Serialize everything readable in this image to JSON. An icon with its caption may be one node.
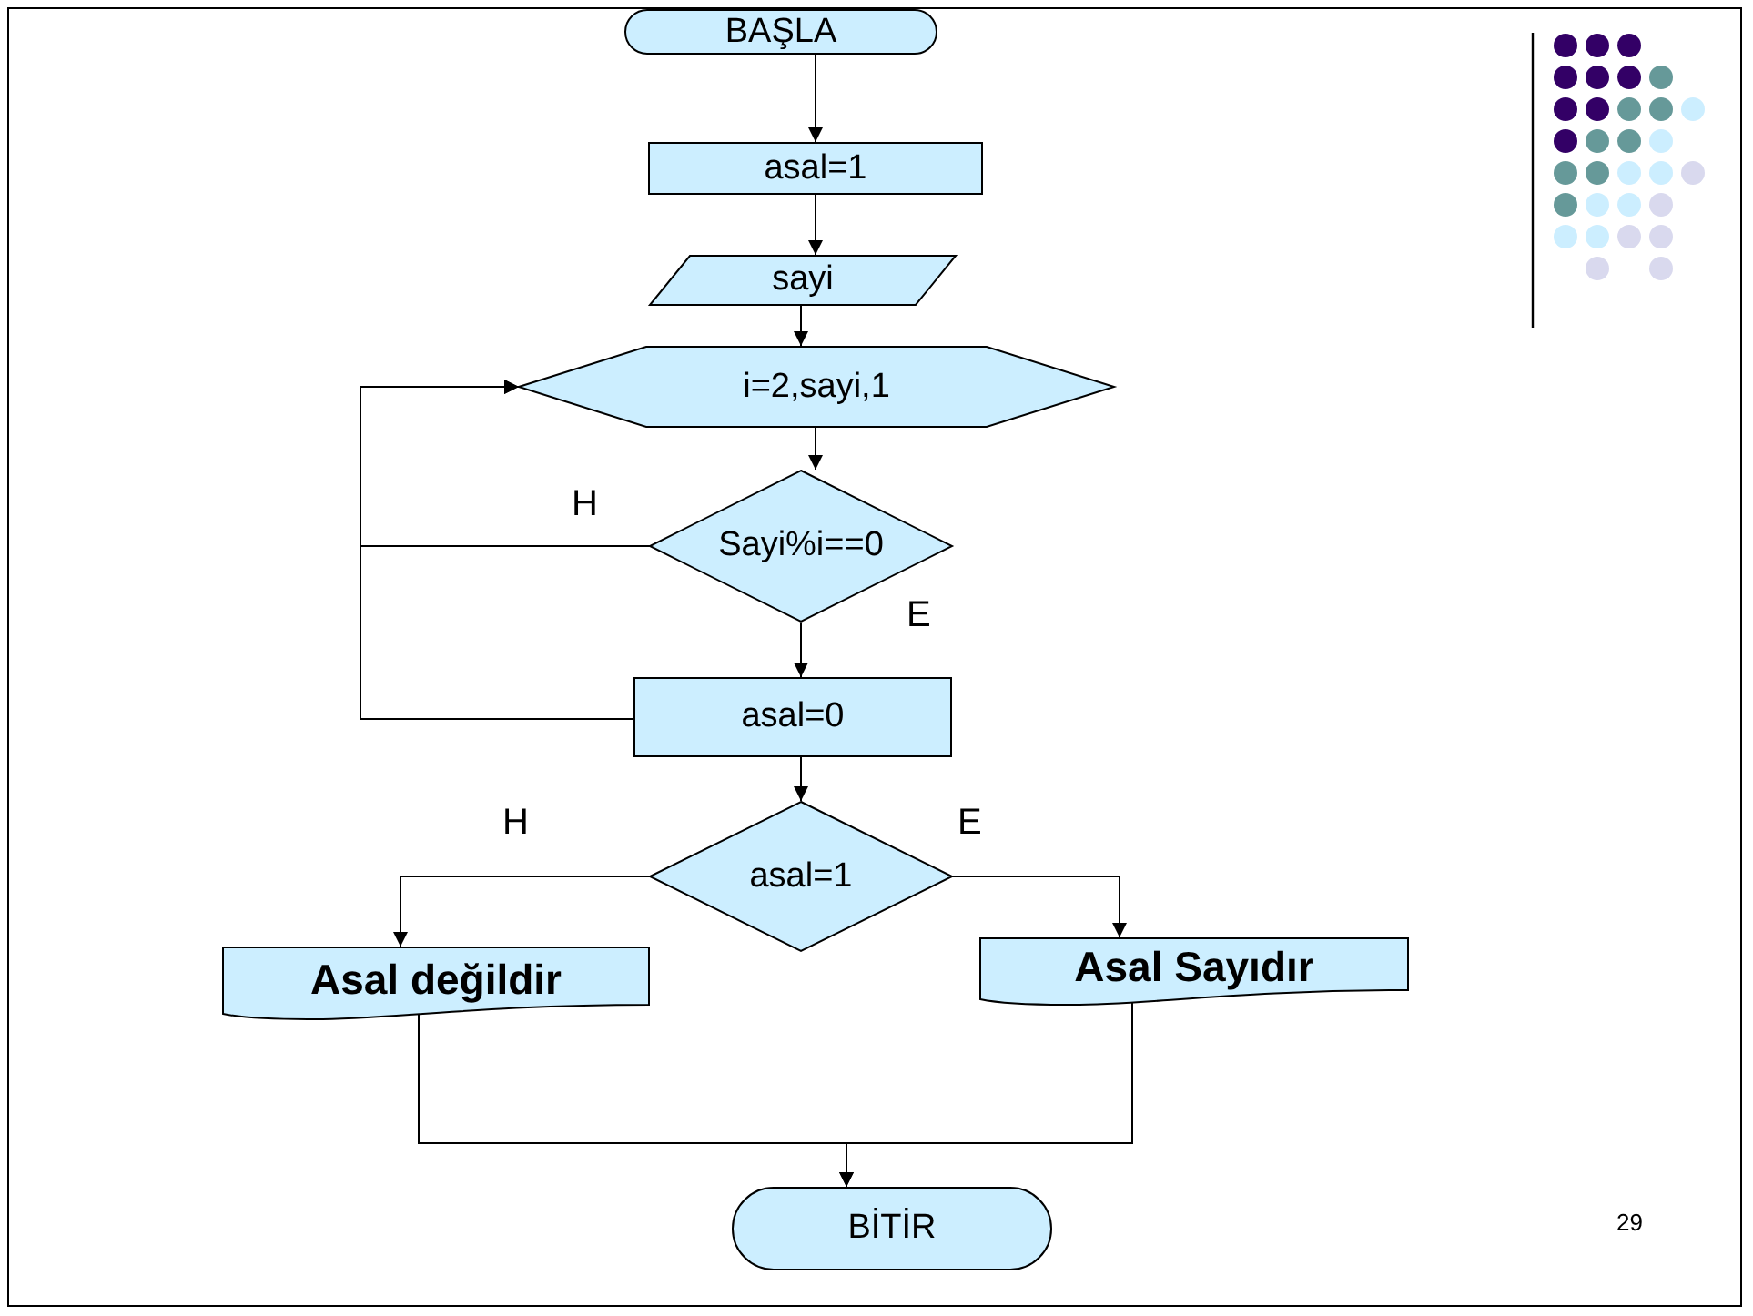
{
  "diagram": {
    "nodes": [
      {
        "text": [
          "BAŞLA"
        ]
      },
      {
        "text": [
          "asal=1"
        ]
      },
      {
        "text": [
          "sayi"
        ]
      },
      {
        "text": [
          "i=2,sayi,1"
        ]
      },
      {
        "text": [
          "Sayi%i==0"
        ]
      },
      {
        "text": [
          "asal=0"
        ]
      },
      {
        "text": [
          "asal=1"
        ]
      },
      {
        "text": [
          "Asal değildir"
        ]
      },
      {
        "text": [
          "Asal Sayıdır"
        ]
      },
      {
        "text": [
          "BİTİR"
        ]
      }
    ],
    "edges": [
      {
        "from": 0,
        "to": 1,
        "arrow": "to"
      },
      {
        "from": 1,
        "to": 2,
        "arrow": "to"
      },
      {
        "from": 2,
        "to": 3,
        "arrow": "to"
      },
      {
        "from": 3,
        "to": 4,
        "arrow": "to"
      },
      {
        "from": 4,
        "to": 5,
        "arrow": "to",
        "label": "E"
      },
      {
        "from": 4,
        "to": 3,
        "arrow": "to",
        "label": "H"
      },
      {
        "from": 5,
        "to": 3,
        "arrow": "to"
      },
      {
        "from": 5,
        "to": 6,
        "arrow": "to"
      },
      {
        "from": 6,
        "to": 7,
        "arrow": "to",
        "label": "H"
      },
      {
        "from": 6,
        "to": 8,
        "arrow": "to",
        "label": "E"
      },
      {
        "from": 7,
        "to": 9,
        "arrow": "to"
      },
      {
        "from": 8,
        "to": 9,
        "arrow": "to"
      }
    ],
    "labels": [
      "29"
    ]
  }
}
